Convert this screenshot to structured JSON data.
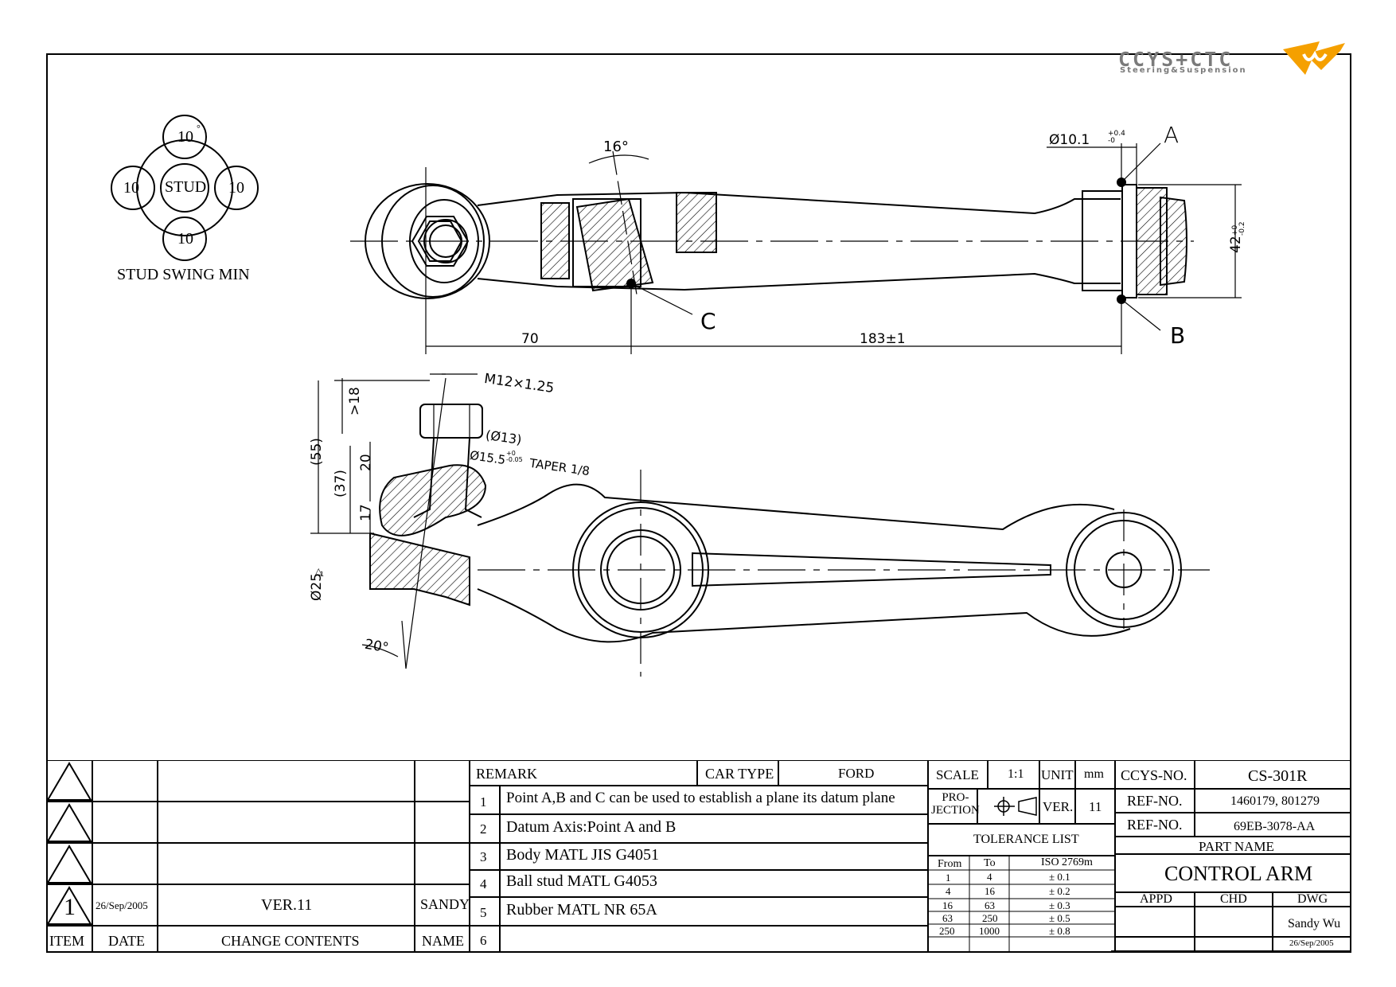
{
  "brand": {
    "name": "CCYS+CTC",
    "tagline": "Steering&Suspension"
  },
  "stud_swing": {
    "center": "STUD",
    "angles": [
      "10",
      "10",
      "10",
      "10"
    ],
    "degree_mark": "°",
    "caption": "STUD SWING MIN"
  },
  "top_view": {
    "angle": "16°",
    "hole_dia": "Ø10.1",
    "hole_tol": "+0.4\n-0",
    "width": "42",
    "width_tol": "+0\n-0.2",
    "point_a": "A",
    "point_b": "B",
    "point_c": "C",
    "dim_70": "70",
    "dim_183": "183±1"
  },
  "side_view": {
    "thread": "M12×1.25",
    "d13": "(Ø13)",
    "taper": "Ø15.5",
    "taper_tol": "+0\n-0.05",
    "taper_label": "TAPER 1/8",
    "d55": "(55)",
    "d18": ">18",
    "d37": "(37)",
    "d20": "20",
    "d17": "17",
    "d25": "Ø25",
    "angle20": "20°",
    "warn": "1"
  },
  "revisions": {
    "rows": [
      {
        "item": "",
        "date": "",
        "contents": "",
        "name": ""
      },
      {
        "item": "",
        "date": "",
        "contents": "",
        "name": ""
      },
      {
        "item": "",
        "date": "",
        "contents": "",
        "name": ""
      },
      {
        "item": "1",
        "date": "26/Sep/2005",
        "contents": "VER.11",
        "name": "SANDY"
      }
    ],
    "headers": {
      "item": "ITEM",
      "date": "DATE",
      "contents": "CHANGE CONTENTS",
      "name": "NAME"
    }
  },
  "remarks": {
    "header": "REMARK",
    "car_type_label": "CAR TYPE",
    "car_type": "FORD",
    "items": [
      {
        "no": "1",
        "text": "Point A,B and C can be used to establish a plane its datum plane"
      },
      {
        "no": "2",
        "text": "Datum Axis:Point A and B"
      },
      {
        "no": "3",
        "text": "Body MATL JIS G4051"
      },
      {
        "no": "4",
        "text": "Ball stud MATL G4053"
      },
      {
        "no": "5",
        "text": "Rubber MATL NR 65A"
      },
      {
        "no": "6",
        "text": ""
      }
    ]
  },
  "specs": {
    "scale_label": "SCALE",
    "scale": "1:1",
    "unit_label": "UNIT",
    "unit": "mm",
    "projection_label": "PRO-\nJECTION",
    "ver_label": "VER.",
    "ver": "11",
    "tolerance_title": "TOLERANCE LIST",
    "tol_headers": [
      "From",
      "To",
      "ISO 2769m"
    ],
    "tol_rows": [
      [
        "1",
        "4",
        "± 0.1"
      ],
      [
        "4",
        "16",
        "± 0.2"
      ],
      [
        "16",
        "63",
        "± 0.3"
      ],
      [
        "63",
        "250",
        "± 0.5"
      ],
      [
        "250",
        "1000",
        "± 0.8"
      ]
    ]
  },
  "part": {
    "ccys_label": "CCYS-NO.",
    "ccys_no": "CS-301R",
    "ref1_label": "REF-NO.",
    "ref1": "1460179, 801279",
    "ref2_label": "REF-NO.",
    "ref2": "69EB-3078-AA",
    "part_name_label": "PART NAME",
    "part_name": "CONTROL ARM",
    "appd": "APPD",
    "chd": "CHD",
    "dwg": "DWG",
    "drawn_by": "Sandy Wu",
    "drawn_date": "26/Sep/2005"
  }
}
